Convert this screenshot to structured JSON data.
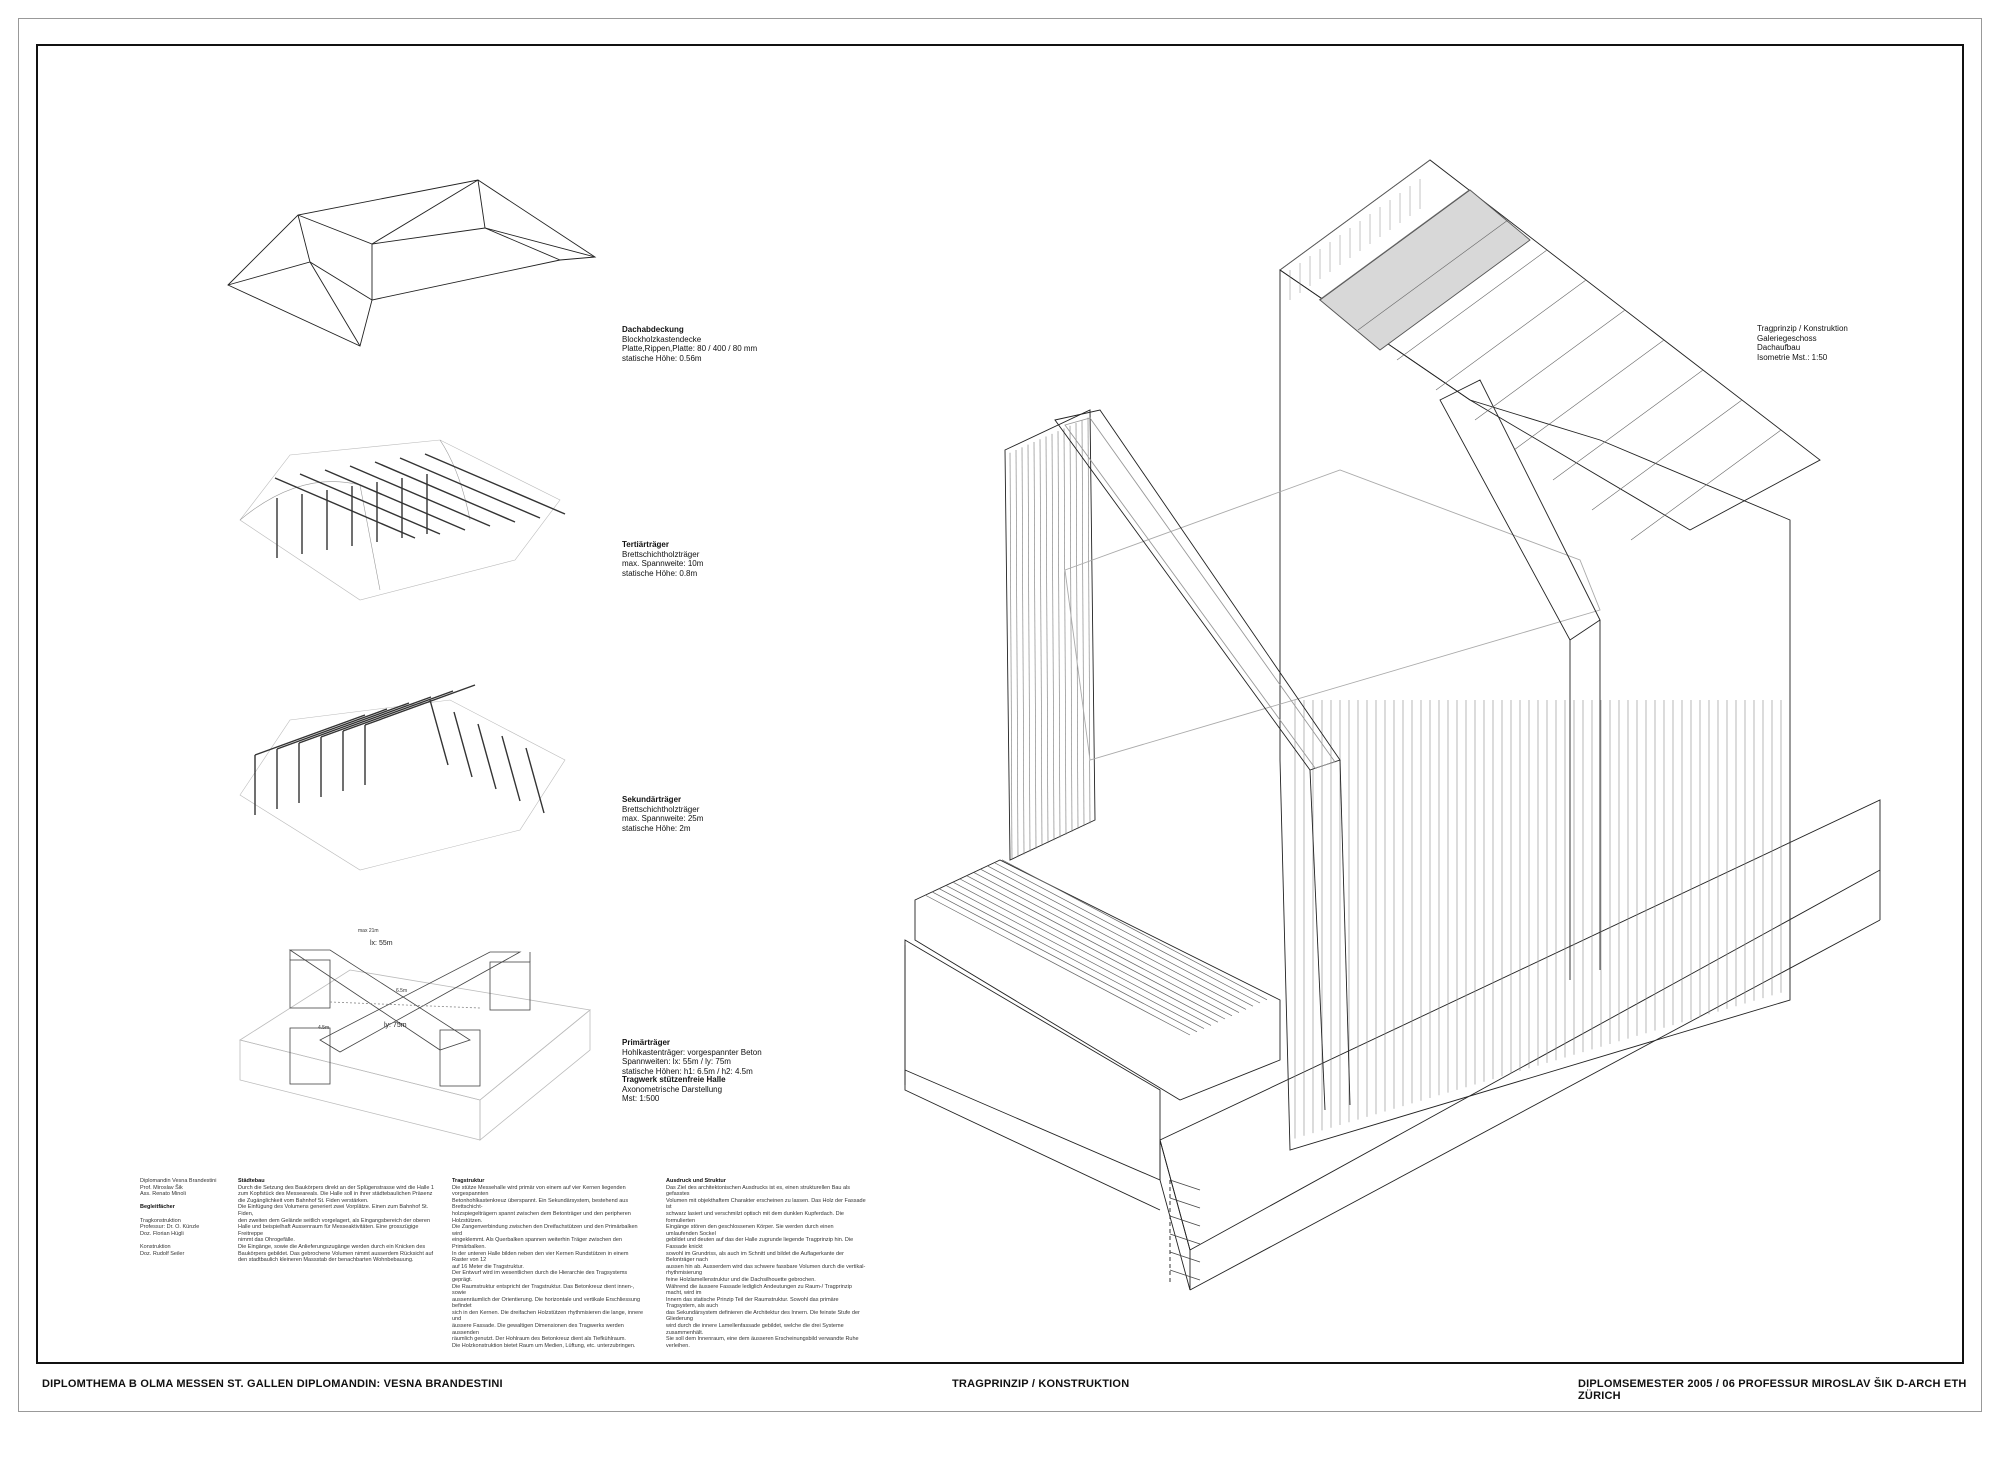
{
  "footer": {
    "left": "DIPLOMTHEMA B    OLMA  MESSEN ST. GALLEN   DIPLOMANDIN: VESNA BRANDESTINI",
    "center": "TRAGPRINZIP / KONSTRUKTION",
    "right": "DIPLOMSEMESTER  2005 / 06  PROFESSUR  MIROSLAV  ŠIK  D-ARCH   ETH ZÜRICH"
  },
  "labels": {
    "dachabdeckung": {
      "title": "Dachabdeckung",
      "lines": [
        "Blockholzkastendecke",
        "Platte,Rippen,Platte: 80 / 400 / 80 mm",
        "statische Höhe: 0.56m"
      ]
    },
    "tertiaer": {
      "title": "Tertiärträger",
      "lines": [
        "Brettschichtholzträger",
        "max. Spannweite: 10m",
        "statische Höhe: 0.8m"
      ]
    },
    "sekundaer": {
      "title": "Sekundärträger",
      "lines": [
        "Brettschichtholzträger",
        "max. Spannweite: 25m",
        "statische Höhe: 2m"
      ]
    },
    "primaer": {
      "title": "Primärträger",
      "lines": [
        "Hohlkastenträger: vorgespannter Beton",
        "Spannweiten: lx: 55m / ly: 75m",
        "statische Höhen: h1: 6.5m / h2: 4.5m"
      ]
    },
    "tragwerk": {
      "title": "Tragwerk stützenfreie Halle",
      "lines": [
        "Axonometrische Darstellung",
        "Mst: 1:500"
      ]
    },
    "isometrie": {
      "lines": [
        "Tragprinzip / Konstruktion",
        "Galeriegeschoss",
        "Dachaufbau",
        "Isometrie Mst.: 1:50"
      ]
    }
  },
  "dims": {
    "lx": "lx: 55m",
    "ly": "ly: 75m",
    "top": "max 21m",
    "h1": "6.5m",
    "h2": "4.5m"
  },
  "credits": {
    "lines": [
      "Diplomandin Vesna Brandestini",
      "Prof. Miroslav Šik",
      "Ass. Renato Minoli"
    ],
    "heading": "Begleitfächer",
    "sub": [
      "Tragkonstruktion",
      "Professur: Dr. O. Künzle",
      "Doz. Florian Hügli",
      "",
      "Konstruktion",
      "Doz. Rudolf Seiler"
    ]
  },
  "text_columns": [
    {
      "heading": "Städtebau",
      "paras": [
        "Durch die Setzung des Baukörpers direkt an der Splügenstrasse wird die Halle 1",
        "zum Kopfstück des Messeareals. Die Halle soll in ihrer städtebaulichen Präsenz",
        "die Zugänglichkeit vom Bahnhof St. Fiden verstärken.",
        "Die Einfügung des Volumens generiert zwei Vorplätze. Einen zum Bahnhof St. Fiden,",
        "den zweiten dem Gelände seitlich vorgelagert, als Eingangsbereich der oberen",
        "Halle und beispielhaft Aussenraum für Messeaktivitäten. Eine grosszügige Freitreppe",
        "nimmt das Ohrogefälle.",
        "Die Eingänge, sowie die Anlieferungszugänge werden durch ein Knicken des",
        "Baukörpers gebildet. Das gebrochene Volumen nimmt ausserdem Rücksicht auf",
        "den stadtbaulich kleineren Massstab der benachbarten Wohnbebauung."
      ]
    },
    {
      "heading": "Tragstruktur",
      "paras": [
        "Die stütze Messehalle wird primär von einem auf vier Kernen liegenden vorgespannten",
        "Betonhohlkastenkreuz überspannt. Ein Sekundärsystem, bestehend aus Brettschicht-",
        "holzspiegelträgern spannt zwischen dem Betonträger und den peripheren Holzstützen.",
        "Die Zangenverbindung zwischen den Dreifachstützen und den Primärbalken wird",
        "eingeklemmt. Als Querbalken spannen weiterhin Träger zwischen den Primärbalken.",
        "In der unteren Halle bilden neben den vier Kernen Rundstützen in einem Raster von 12",
        "auf 16 Meter die Tragstruktur.",
        "Der Entwurf wird im wesentlichen durch die Hierarchie des Tragsystems geprägt.",
        "Die Raumstruktur entspricht der Tragstruktur. Das Betonkreuz dient innen-, sowie",
        "aussenräumlich der Orientierung. Die horizontale und vertikale Erschliessung befindet",
        "sich in den Kernen. Die dreifachen Holzstützen rhythmisieren die lange, innere und",
        "äussere Fassade. Die gewaltigen Dimensionen des Tragwerks werden aussenden",
        "räumlich genutzt. Der Hohlraum des Betonkreuz dient als Tiefkühlraum.",
        "Die Holzkonstruktion bietet Raum um Medien, Lüftung, etc. unterzubringen."
      ]
    },
    {
      "heading": "Ausdruck und Struktur",
      "paras": [
        "Das Ziel des architektonischen Ausdrucks ist es, einen strukturellen Bau als gefasstes",
        "Volumen mit objekthaftem Charakter erscheinen zu lassen. Das Holz der Fassade ist",
        "schwarz lasiert und verschmilzt optisch mit dem dunklen Kupferdach. Die formulierten",
        "Eingänge stören den geschlossenen Körper. Sie werden durch einen umlaufenden Sockel",
        "gebildet und deuten auf das der Halle zugrunde liegende Tragprinzip hin. Die Fassade knickt",
        "sowohl im Grundriss, als auch im Schnitt und bildet die Auflagerkante der Belonträger nach",
        "aussen hin ab. Ausserdem wird das schwere fassbare Volumen durch die vertikal-rhythmisierung",
        "feine Holzlamellenstruktur und die Dachsilhouette gebrochen.",
        "Während die äussere Fassade lediglich Andeutungen zu Raum-/ Tragprinzip macht, wird im",
        "Innern das statische Prinzip Teil der Raumstruktur. Sowohl das primäre Tragsystem, als auch",
        "das Sekundärsystem definieren die Architektur des Innern. Die feinste Stufe der Gliederung",
        "wird durch die innere Lamellenfassade gebildet, welche die drei Systeme zusammenhält.",
        "Sie soll dem Innenraum, eine dem äusseren Erscheinungsbild verwandte Ruhe verleihen."
      ]
    }
  ]
}
